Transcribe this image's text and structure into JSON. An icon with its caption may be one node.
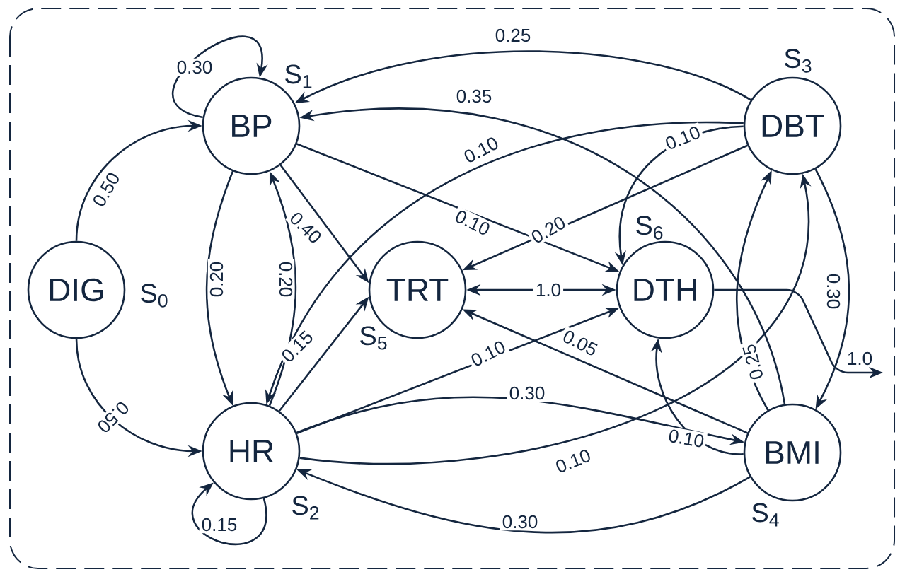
{
  "diagram": {
    "nodes": [
      {
        "text": [
          "DIG"
        ],
        "beside": [
          "S$_{0}$"
        ]
      },
      {
        "text": [
          "BP"
        ],
        "beside": [
          "S$_{1}$"
        ]
      },
      {
        "text": [
          "HR"
        ],
        "beside": [
          "S$_{2}$"
        ]
      },
      {
        "text": [
          "DBT"
        ],
        "beside": [
          "S$_{3}$"
        ]
      },
      {
        "text": [
          "BMI"
        ],
        "beside": [
          "S$_{4}$"
        ]
      },
      {
        "text": [
          "TRT"
        ],
        "beside": [
          "S$_{5}$"
        ]
      },
      {
        "text": [
          "DTH"
        ],
        "beside": [
          "S$_{6}$"
        ]
      }
    ],
    "edges": [
      {
        "from": 0,
        "to": 1,
        "arrow": "to",
        "label": "0.50"
      },
      {
        "from": 0,
        "to": 2,
        "arrow": "to",
        "label": "0.50"
      },
      {
        "from": 1,
        "to": 1,
        "arrow": "to",
        "label": "0.30"
      },
      {
        "from": 2,
        "to": 2,
        "arrow": "to",
        "label": "0.15"
      },
      {
        "from": 1,
        "to": 2,
        "arrow": "to",
        "label": "0.20"
      },
      {
        "from": 2,
        "to": 1,
        "arrow": "to",
        "label": "0.20"
      },
      {
        "from": 1,
        "to": 5,
        "arrow": "to",
        "label": "0.40"
      },
      {
        "from": 2,
        "to": 5,
        "arrow": "to",
        "label": "0.15"
      },
      {
        "from": 1,
        "to": 6,
        "arrow": "to",
        "label": "0.10"
      },
      {
        "from": 3,
        "to": 1,
        "arrow": "to",
        "label": "0.25"
      },
      {
        "from": 4,
        "to": 1,
        "arrow": "to",
        "label": "0.35"
      },
      {
        "from": 3,
        "to": 2,
        "arrow": "to",
        "label": "0.10"
      },
      {
        "from": 3,
        "to": 5,
        "arrow": "to",
        "label": "0.20"
      },
      {
        "from": 3,
        "to": 6,
        "arrow": "to",
        "label": "0.10"
      },
      {
        "from": 3,
        "to": 4,
        "arrow": "to",
        "label": "0.30"
      },
      {
        "from": 4,
        "to": 3,
        "arrow": "to",
        "label": "0.25"
      },
      {
        "from": 2,
        "to": 3,
        "arrow": "to",
        "label": "0.10"
      },
      {
        "from": 5,
        "to": 6,
        "arrow": "both",
        "label": "1.0"
      },
      {
        "from": 4,
        "to": 5,
        "arrow": "to",
        "label": "0.05"
      },
      {
        "from": 2,
        "to": 6,
        "arrow": "to",
        "label": "0.10"
      },
      {
        "from": 2,
        "to": 4,
        "arrow": "to",
        "label": "0.30"
      },
      {
        "from": 4,
        "to": 2,
        "arrow": "to",
        "label": "0.30"
      },
      {
        "from": 4,
        "to": 6,
        "arrow": "to",
        "label": "0.10"
      },
      {
        "from": 6,
        "to": null,
        "arrow": "to",
        "label": "1.0"
      }
    ]
  }
}
